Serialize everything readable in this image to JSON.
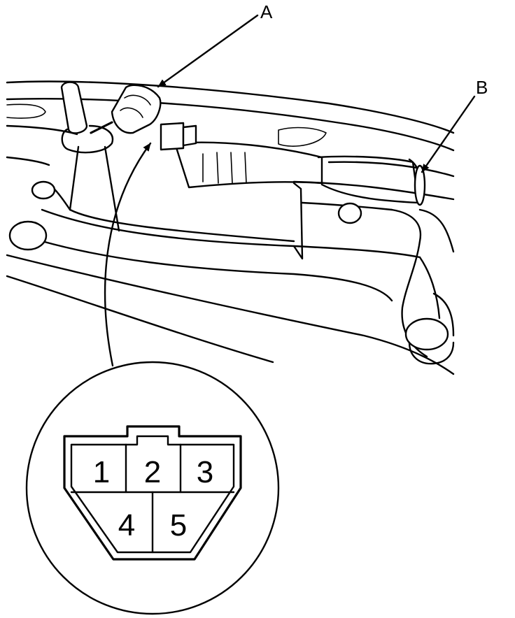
{
  "callouts": {
    "a": "A",
    "b": "B"
  },
  "connector": {
    "pins": [
      "1",
      "2",
      "3",
      "4",
      "5"
    ]
  },
  "colors": {
    "ink": "#000000",
    "paper": "#ffffff"
  }
}
